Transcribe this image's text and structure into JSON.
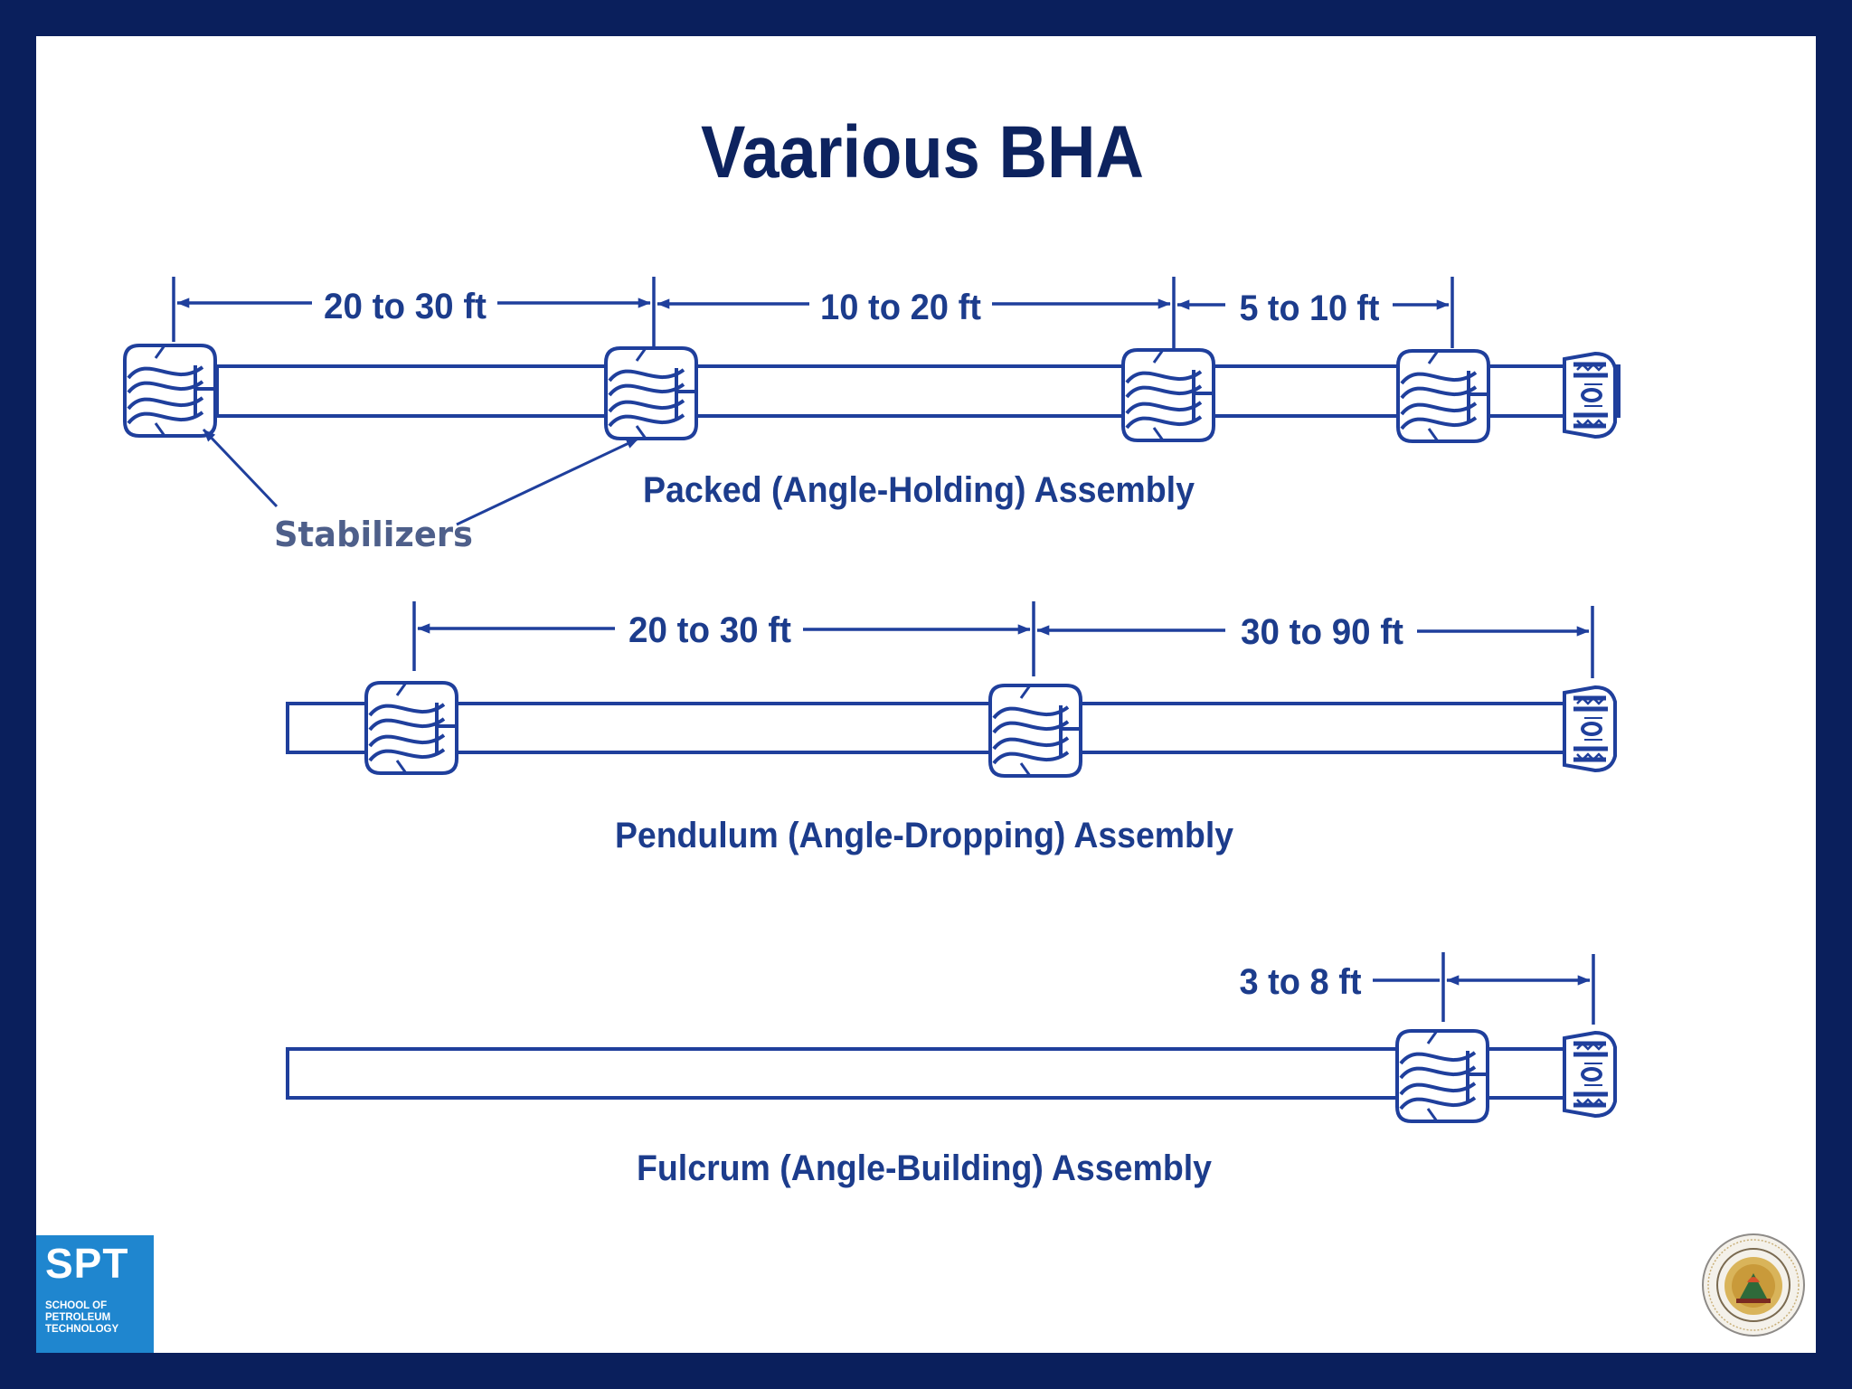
{
  "slide": {
    "title": "Vaarious BHA",
    "border_color": "#0a1f5c",
    "drawing_color": "#1f3f9c"
  },
  "assemblies": {
    "packed": {
      "caption": "Packed (Angle-Holding) Assembly",
      "dims": [
        "20 to 30 ft",
        "10 to 20 ft",
        "5 to 10 ft"
      ],
      "stabilizer_label": "Stabilizers"
    },
    "pendulum": {
      "caption": "Pendulum (Angle-Dropping) Assembly",
      "dims": [
        "20 to 30 ft",
        "30 to 90 ft"
      ]
    },
    "fulcrum": {
      "caption": "Fulcrum (Angle-Building) Assembly",
      "dims": [
        "3 to 8 ft"
      ]
    }
  },
  "logos": {
    "spt": {
      "abbr": "SPT",
      "full": "SCHOOL OF PETROLEUM TECHNOLOGY",
      "color": "#1f86cf"
    },
    "seal": {
      "icon": "university-seal-icon"
    }
  }
}
